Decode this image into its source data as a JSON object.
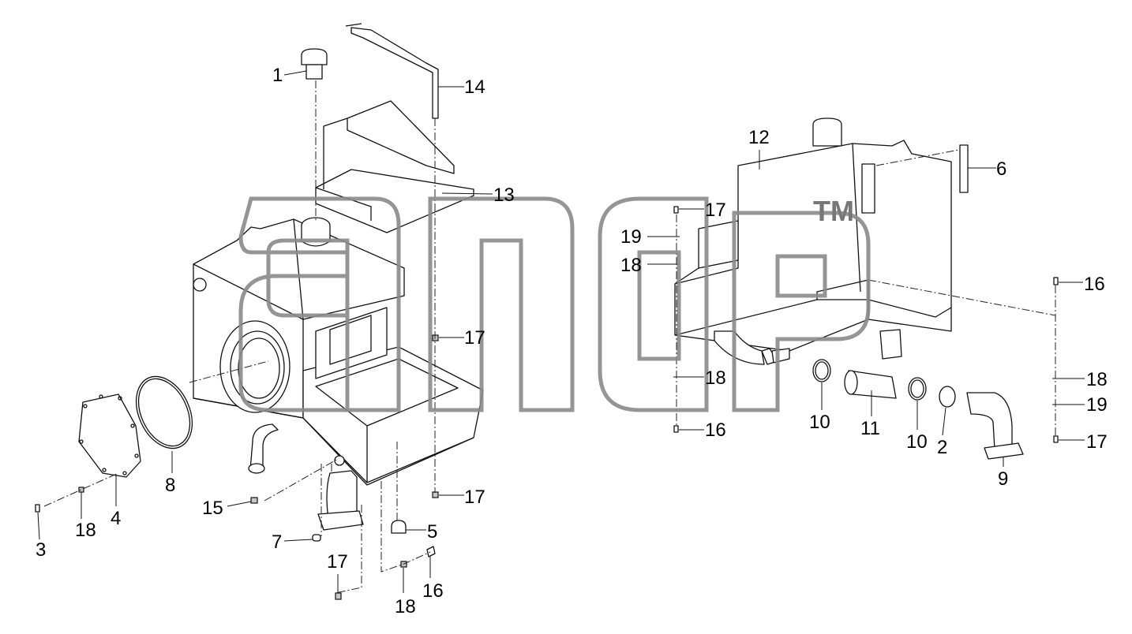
{
  "watermark": {
    "trademark": "TM"
  },
  "callouts": {
    "c1": "1",
    "c2": "2",
    "c3": "3",
    "c4": "4",
    "c5": "5",
    "c6": "6",
    "c7": "7",
    "c8": "8",
    "c9": "9",
    "c10a": "10",
    "c10b": "10",
    "c11": "11",
    "c12": "12",
    "c13": "13",
    "c14": "14",
    "c15": "15",
    "c16a": "16",
    "c16b": "16",
    "c16c": "16",
    "c17a": "17",
    "c17b": "17",
    "c17c": "17",
    "c17d": "17",
    "c17e": "17",
    "c18a": "18",
    "c18b": "18",
    "c18c": "18",
    "c18d": "18",
    "c18e": "18",
    "c19a": "19",
    "c19b": "19"
  },
  "colors": {
    "line": "#111111",
    "watermark": "#8a8a8a",
    "background": "#ffffff"
  }
}
